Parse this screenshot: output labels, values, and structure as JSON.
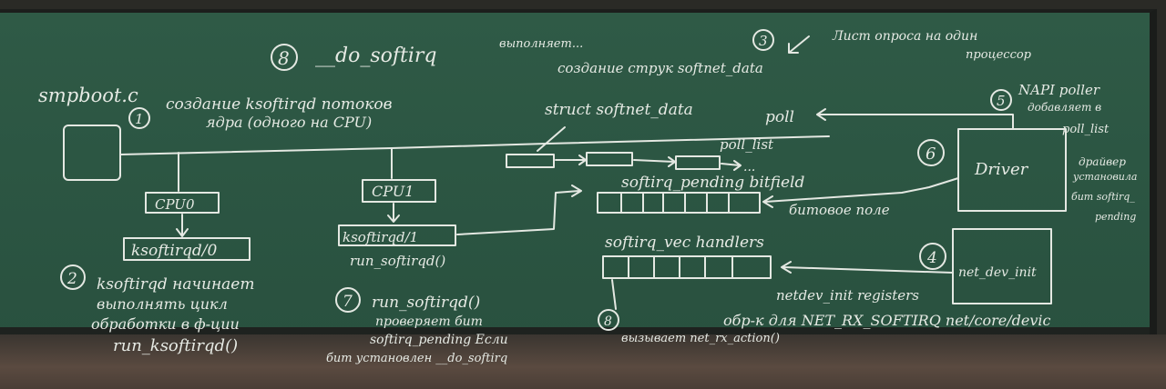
{
  "board_text": {
    "title_num": "8",
    "title": "__do_softirq",
    "title_suffix": "выполняет...",
    "smpboot": "smpboot.c",
    "step1_num": "1",
    "step1_line1": "создание ksoftirqd потоков",
    "step1_line2": "ядра (одного на CPU)",
    "cpu0": "CPU0",
    "cpu1": "CPU1",
    "ksoftirqd0": "ksoftirqd/0",
    "ksoftirqd1": "ksoftirqd/1",
    "run_softirqd_small": "run_softirqd()",
    "step2_num": "2",
    "step2_line1": "ksoftirqd начинает",
    "step2_line2": "выполнять цикл",
    "step2_line3": "обработки в ф-ции",
    "step2_line4": "run_ksoftirqd()",
    "step3_num": "3",
    "step3_line1": "Лист опроса на один",
    "step3_line2": "процессор",
    "softnet_alloc": "создание струк softnet_data",
    "struct_softnet": "struct softnet_data",
    "poll": "poll",
    "poll_list": "poll_list",
    "dots": "...",
    "bitfield_label": "softirq_pending bitfield",
    "bit_field_ru": "битовое поле",
    "vec_handlers": "softirq_vec handlers",
    "step4_num": "4",
    "net_dev_init": "net_dev_init",
    "step5_num": "5",
    "step5_line1": "NAPI poller",
    "step5_line2": "добавляет в",
    "step5_line3": "poll_list",
    "step6_num": "6",
    "driver": "Driver",
    "driver_line1": "драйвер",
    "driver_line2": "установила",
    "driver_line3": "бит softirq_",
    "driver_line4": "pending",
    "step7_num": "7",
    "step7_line1": "run_softirqd()",
    "step7_line2": "проверяет бит",
    "step7_line3": "softirq_pending Если",
    "step7_line4": "бит установлен __do_softirq",
    "step8b_num": "8",
    "step8b_text": "вызывает net_rx_action()",
    "netdev_register": "netdev_init registers",
    "register_line": "обр-к для NET_RX_SOFTIRQ net/core/devic"
  }
}
